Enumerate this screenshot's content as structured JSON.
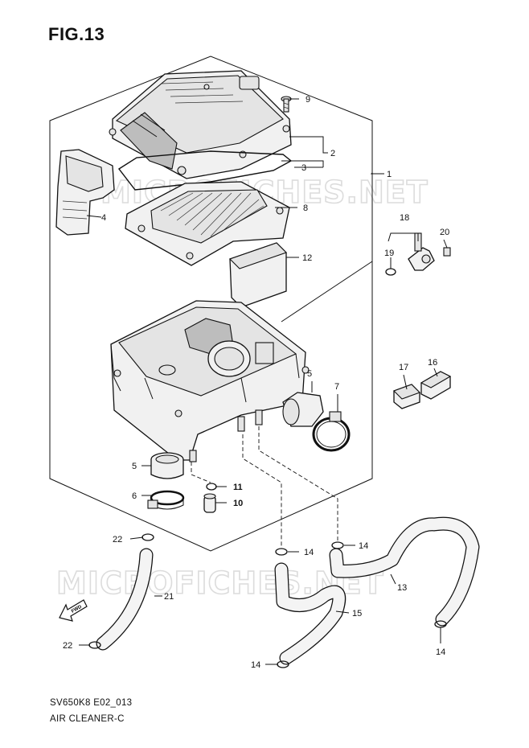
{
  "figure_title": "FIG.13",
  "footer": {
    "code": "SV650K8 E02_013",
    "caption": "AIR CLEANER-C"
  },
  "watermark": "MICROFICHES.NET",
  "fwd_label": "FWD",
  "callouts": [
    {
      "id": "1",
      "label": "1"
    },
    {
      "id": "2",
      "label": "2"
    },
    {
      "id": "3",
      "label": "3"
    },
    {
      "id": "4",
      "label": "4"
    },
    {
      "id": "5a",
      "label": "5"
    },
    {
      "id": "5b",
      "label": "5"
    },
    {
      "id": "6",
      "label": "6"
    },
    {
      "id": "7",
      "label": "7"
    },
    {
      "id": "8",
      "label": "8"
    },
    {
      "id": "9",
      "label": "9"
    },
    {
      "id": "10",
      "label": "10"
    },
    {
      "id": "11",
      "label": "11"
    },
    {
      "id": "12",
      "label": "12"
    },
    {
      "id": "13",
      "label": "13"
    },
    {
      "id": "14a",
      "label": "14"
    },
    {
      "id": "14b",
      "label": "14"
    },
    {
      "id": "14c",
      "label": "14"
    },
    {
      "id": "14d",
      "label": "14"
    },
    {
      "id": "15",
      "label": "15"
    },
    {
      "id": "16",
      "label": "16"
    },
    {
      "id": "17",
      "label": "17"
    },
    {
      "id": "18",
      "label": "18"
    },
    {
      "id": "19",
      "label": "19"
    },
    {
      "id": "20",
      "label": "20"
    },
    {
      "id": "21",
      "label": "21"
    },
    {
      "id": "22a",
      "label": "22"
    },
    {
      "id": "22b",
      "label": "22"
    }
  ]
}
